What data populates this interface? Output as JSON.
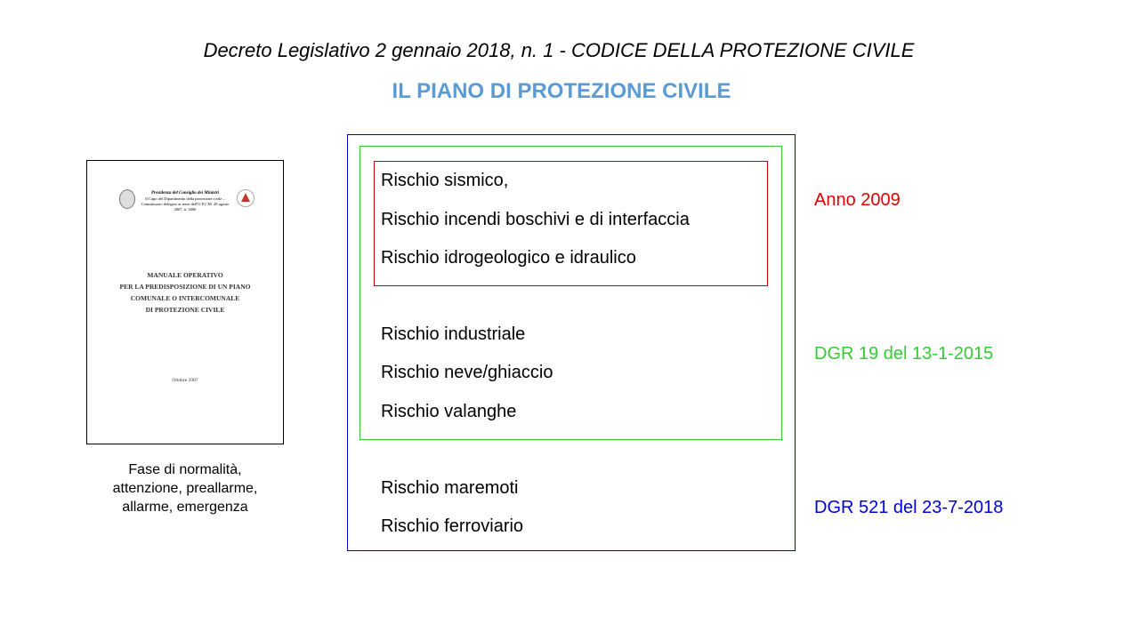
{
  "title": "Decreto Legislativo 2 gennaio 2018, n. 1 - CODICE DELLA PROTEZIONE CIVILE",
  "subtitle": "IL PIANO DI PROTEZIONE CIVILE",
  "document_cover": {
    "header_title": "Presidenza del Consiglio dei Ministri",
    "header_sub": "Il Capo del Dipartimento della protezione civile – Commissario delegato ai sensi dell'O.P.C.M. 28 agosto 2007, n. 3606",
    "main_title_lines": [
      "MANUALE OPERATIVO",
      "PER LA PREDISPOSIZIONE DI UN PIANO",
      "COMUNALE O INTERCOMUNALE",
      "DI PROTEZIONE CIVILE"
    ],
    "date": "Ottobre 2007"
  },
  "caption_lines": [
    "Fase di normalità,",
    "attenzione, preallarme,",
    "allarme, emergenza"
  ],
  "groups": [
    {
      "color": "#cc0000",
      "note": "Anno 2009",
      "items": [
        "Rischio sismico,",
        "Rischio incendi boschivi e di interfaccia",
        "Rischio idrogeologico e idraulico"
      ]
    },
    {
      "color": "#33cc33",
      "note": "DGR 19 del 13-1-2015",
      "items": [
        "Rischio industriale",
        "Rischio neve/ghiaccio",
        "Rischio valanghe"
      ]
    },
    {
      "color": "#0000cc",
      "note": "DGR 521 del 23-7-2018",
      "items": [
        "Rischio maremoti",
        "Rischio ferroviario"
      ]
    }
  ]
}
